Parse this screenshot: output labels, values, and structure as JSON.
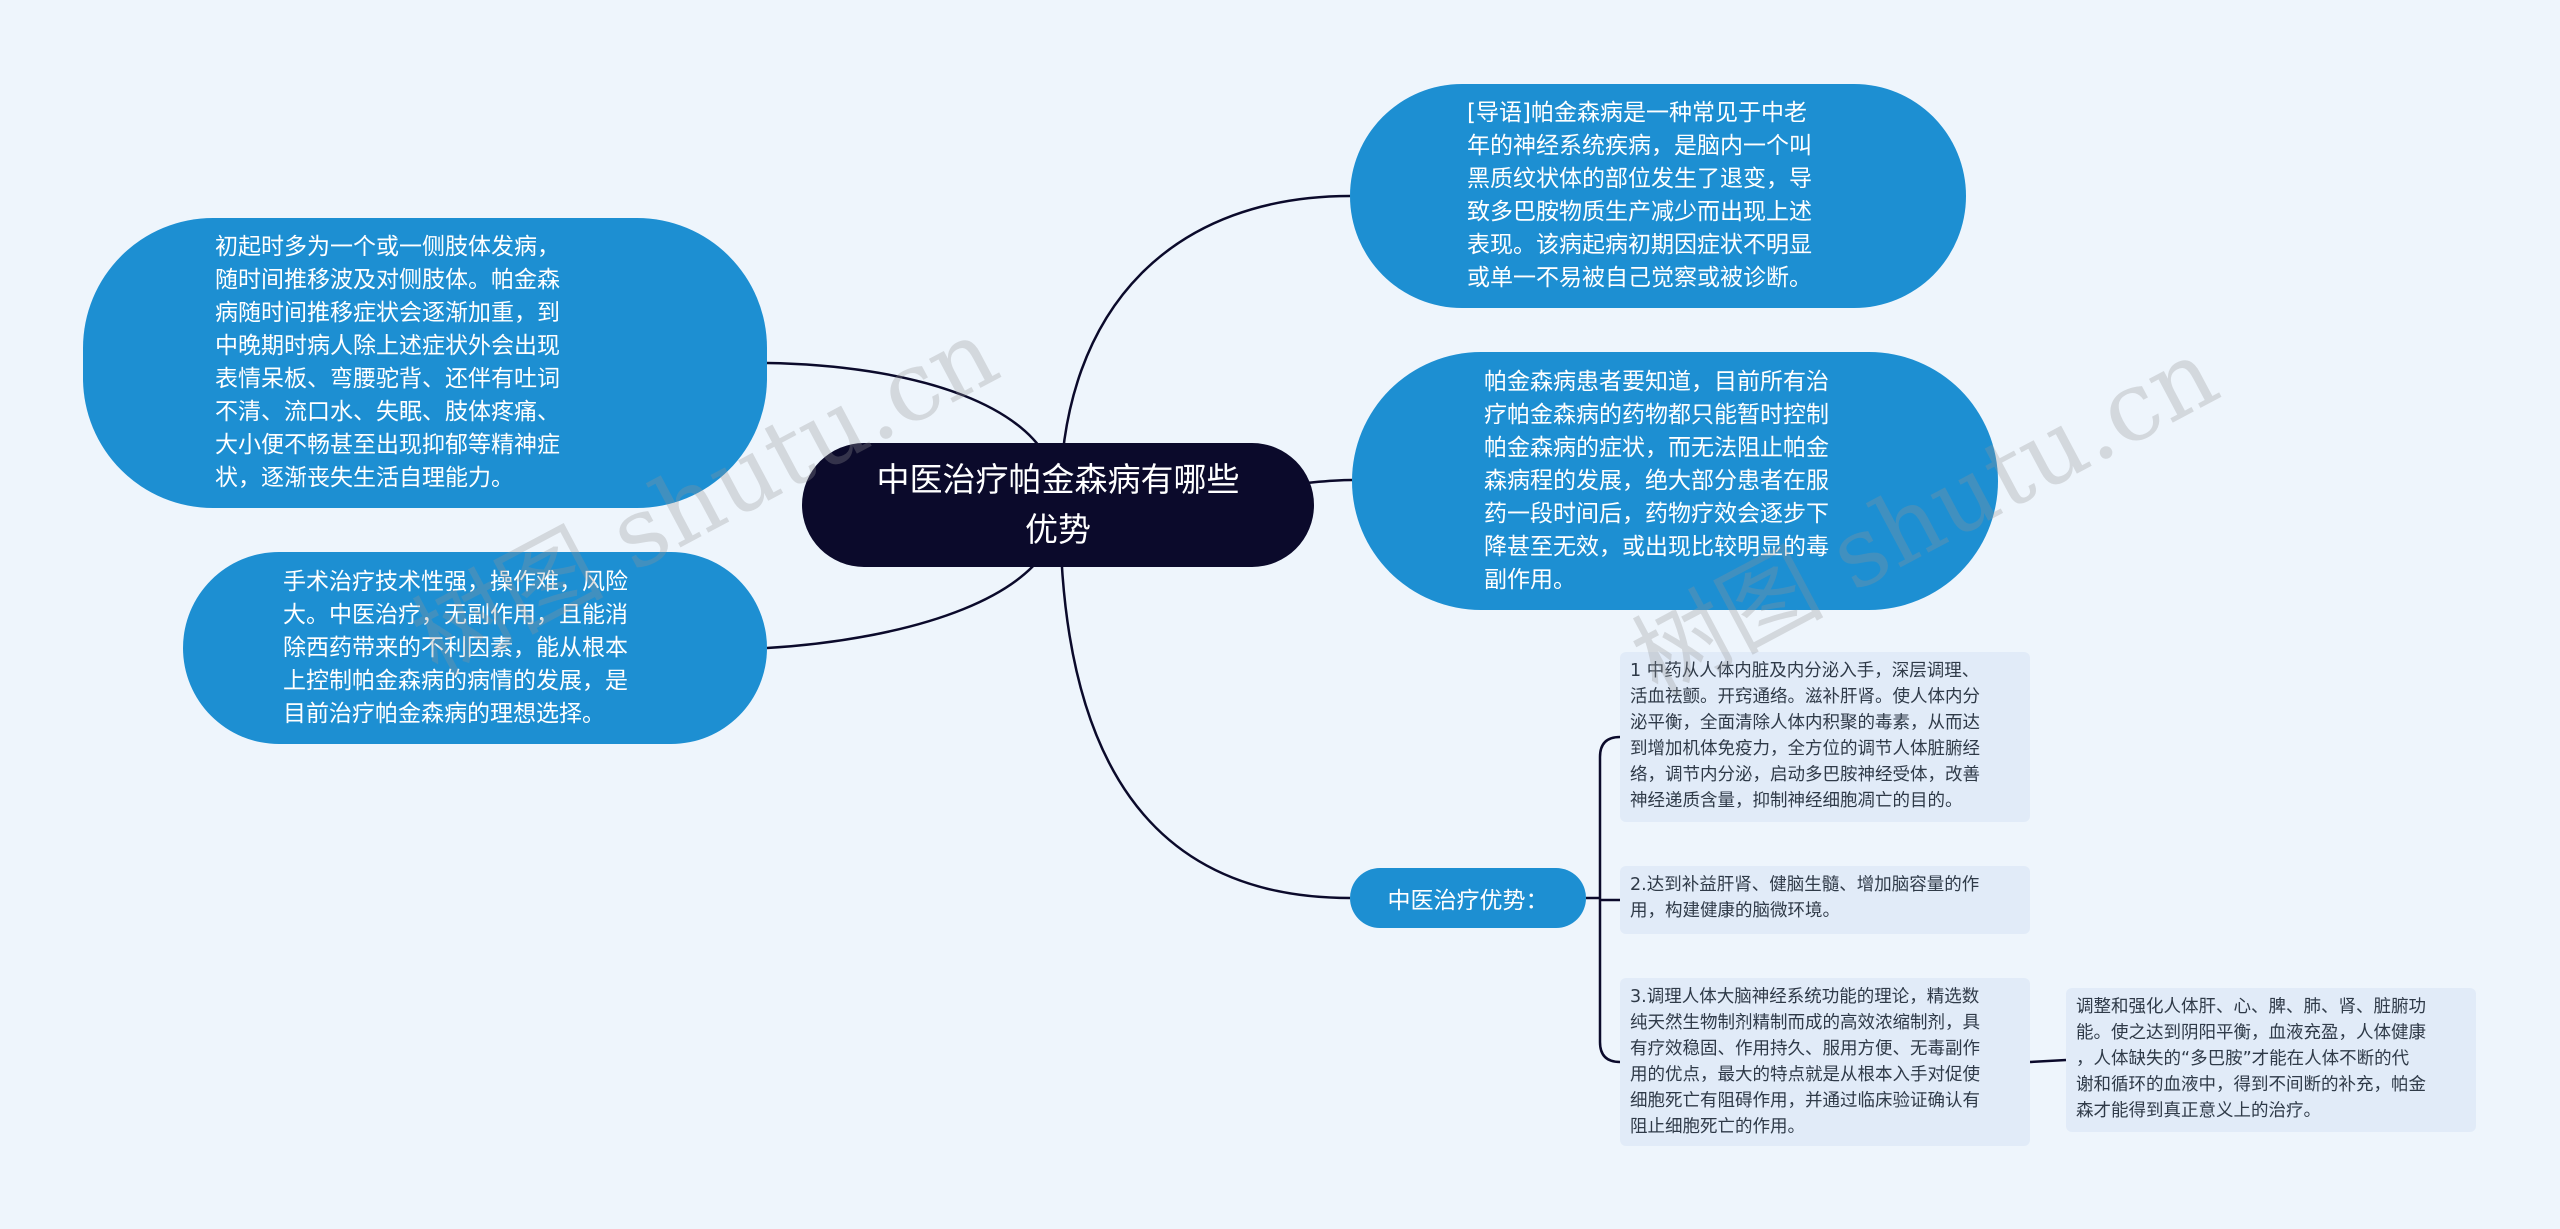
{
  "root": {
    "label": "中医治疗帕金森病有哪些\n优势"
  },
  "left": [
    {
      "text": "初起时多为一个或一侧肢体发病，\n随时间推移波及对侧肢体。帕金森\n病随时间推移症状会逐渐加重，到\n中晚期时病人除上述症状外会出现\n表情呆板、弯腰驼背、还伴有吐词\n不清、流口水、失眠、肢体疼痛、\n大小便不畅甚至出现抑郁等精神症\n状，逐渐丧失生活自理能力。"
    },
    {
      "text": "手术治疗技术性强，操作难，风险\n大。中医治疗，无副作用，且能消\n除西药带来的不利因素，能从根本\n上控制帕金森病的病情的发展，是\n目前治疗帕金森病的理想选择。"
    }
  ],
  "right": [
    {
      "text": "[导语]帕金森病是一种常见于中老\n年的神经系统疾病，是脑内一个叫\n黑质纹状体的部位发生了退变，导\n致多巴胺物质生产减少而出现上述\n表现。该病起病初期因症状不明显\n或单一不易被自己觉察或被诊断。"
    },
    {
      "text": "帕金森病患者要知道，目前所有治\n疗帕金森病的药物都只能暂时控制\n帕金森病的症状，而无法阻止帕金\n森病程的发展，绝大部分患者在服\n药一段时间后，药物疗效会逐步下\n降甚至无效，或出现比较明显的毒\n副作用。"
    }
  ],
  "advantage": {
    "label": "中医治疗优势：",
    "items": [
      {
        "text": "1 中药从人体内脏及内分泌入手，深层调理、\n活血祛颤。开窍通络。滋补肝肾。使人体内分\n泌平衡，全面清除人体内积聚的毒素，从而达\n到增加机体免疫力，全方位的调节人体脏腑经\n络，调节内分泌，启动多巴胺神经受体，改善\n神经递质含量，抑制神经细胞凋亡的目的。"
      },
      {
        "text": "2.达到补益肝肾、健脑生髓、增加脑容量的作\n用，构建健康的脑微环境。"
      },
      {
        "text": "3.调理人体大脑神经系统功能的理论，精选数\n纯天然生物制剂精制而成的高效浓缩制剂，具\n有疗效稳固、作用持久、服用方便、无毒副作\n用的优点，最大的特点就是从根本入手对促使\n细胞死亡有阻碍作用，并通过临床验证确认有\n阻止细胞死亡的作用。"
      }
    ],
    "sub": {
      "text": "调整和强化人体肝、心、脾、肺、肾、脏腑功\n能。使之达到阴阳平衡，血液充盈，人体健康\n，人体缺失的“多巴胺”才能在人体不断的代\n谢和循环的血液中，得到不间断的补充，帕金\n森才能得到真正意义上的治疗。"
    }
  },
  "colors": {
    "root_bg": "#0b0a2b",
    "bubble_bg": "#1d8fd2",
    "leaf_bg": "#e1ebf8",
    "line": "#0b0a2b",
    "page_bg": "#eef5fc"
  },
  "watermarks": [
    "树图 shutu.cn",
    "树图 shutu.cn"
  ]
}
